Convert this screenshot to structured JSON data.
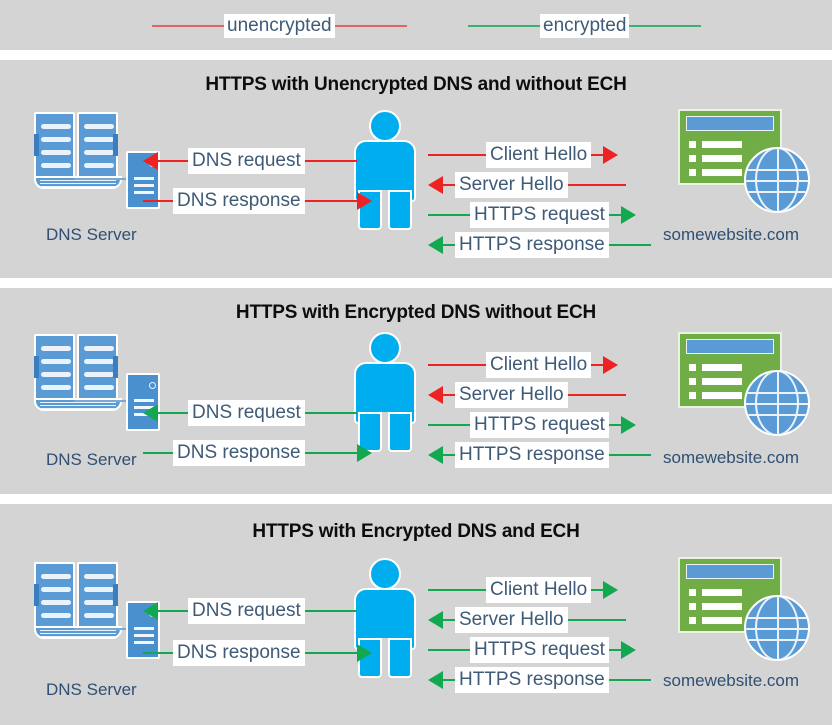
{
  "legend": {
    "items": [
      {
        "label": "unencrypted",
        "color": "#e06666",
        "name": "legend-unencrypted"
      },
      {
        "label": "encrypted",
        "color": "#3fae74",
        "name": "legend-encrypted"
      }
    ]
  },
  "colors": {
    "unencrypted": "#ee2222",
    "encrypted": "#11a84f",
    "legend_unencrypted": "#e06666",
    "legend_encrypted": "#3fae74",
    "panel_background": "#d4d4d4",
    "page_background": "#ffffff",
    "label_text": "#3f5a77",
    "title_text": "#0d0d0d",
    "person": "#00aeef",
    "server_blue": "#5b9bd5",
    "website_green": "#70ad47"
  },
  "nodes": {
    "dns_server_label": "DNS Server",
    "website_label": "somewebsite.com"
  },
  "panels": [
    {
      "title": "HTTPS with Unencrypted DNS and without ECH",
      "left_flows": [
        {
          "label": "DNS request",
          "direction": "left",
          "encrypted": false
        },
        {
          "label": "DNS response",
          "direction": "right",
          "encrypted": false
        }
      ],
      "right_flows": [
        {
          "label": "Client Hello",
          "direction": "right",
          "encrypted": false
        },
        {
          "label": "Server Hello",
          "direction": "left",
          "encrypted": false
        },
        {
          "label": "HTTPS request",
          "direction": "right",
          "encrypted": true
        },
        {
          "label": "HTTPS response",
          "direction": "left",
          "encrypted": true
        }
      ]
    },
    {
      "title": "HTTPS with Encrypted DNS without ECH",
      "left_flows": [
        {
          "label": "DNS request",
          "direction": "left",
          "encrypted": true
        },
        {
          "label": "DNS response",
          "direction": "right",
          "encrypted": true
        }
      ],
      "right_flows": [
        {
          "label": "Client Hello",
          "direction": "right",
          "encrypted": false
        },
        {
          "label": "Server Hello",
          "direction": "left",
          "encrypted": false
        },
        {
          "label": "HTTPS request",
          "direction": "right",
          "encrypted": true
        },
        {
          "label": "HTTPS response",
          "direction": "left",
          "encrypted": true
        }
      ]
    },
    {
      "title": "HTTPS with Encrypted DNS and ECH",
      "left_flows": [
        {
          "label": "DNS request",
          "direction": "left",
          "encrypted": true
        },
        {
          "label": "DNS response",
          "direction": "right",
          "encrypted": true
        }
      ],
      "right_flows": [
        {
          "label": "Client Hello",
          "direction": "right",
          "encrypted": true
        },
        {
          "label": "Server Hello",
          "direction": "left",
          "encrypted": true
        },
        {
          "label": "HTTPS request",
          "direction": "right",
          "encrypted": true
        },
        {
          "label": "HTTPS response",
          "direction": "left",
          "encrypted": true
        }
      ]
    }
  ]
}
